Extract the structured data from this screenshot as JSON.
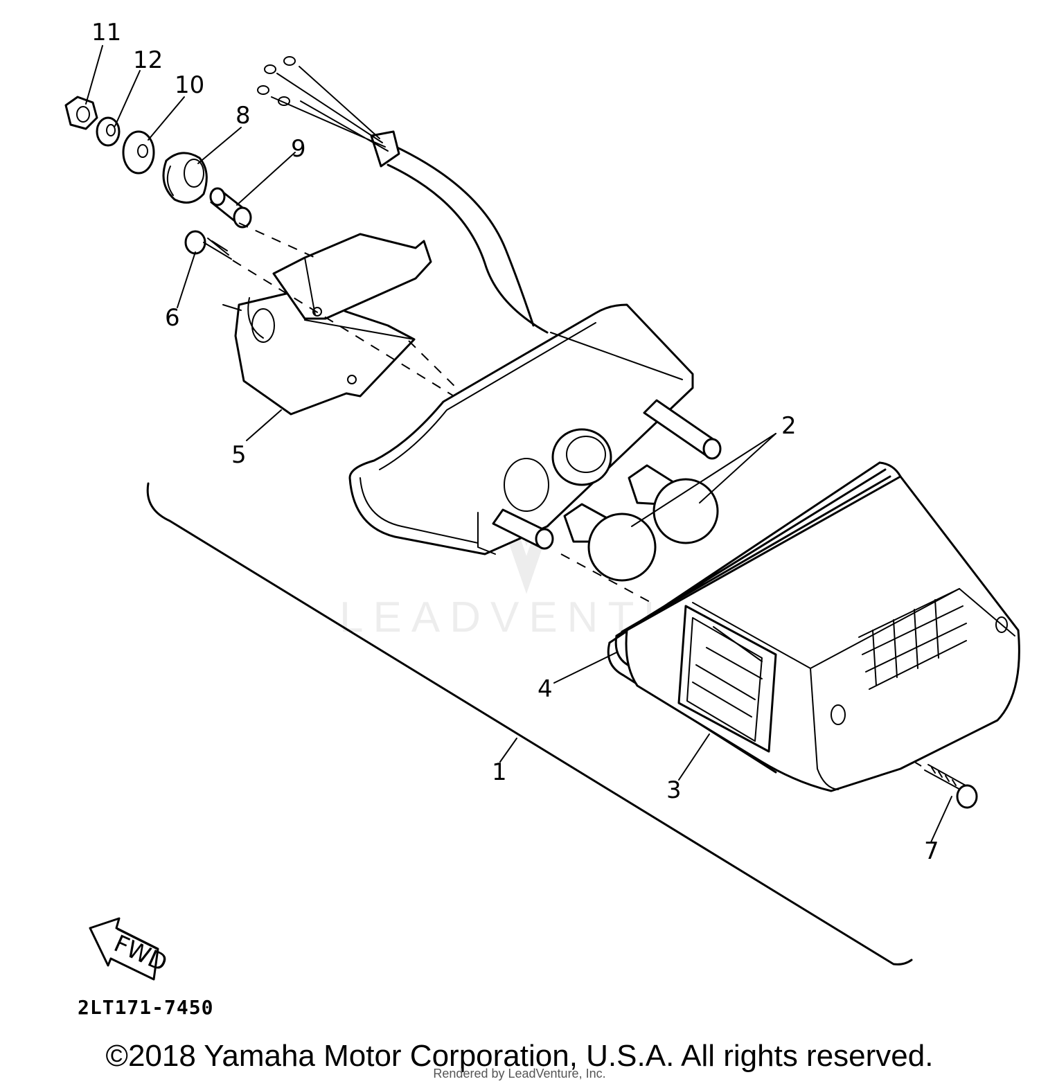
{
  "callouts": {
    "c1": "1",
    "c2": "2",
    "c3": "3",
    "c4": "4",
    "c5": "5",
    "c6": "6",
    "c7": "7",
    "c8": "8",
    "c9": "9",
    "c10": "10",
    "c11": "11",
    "c12": "12"
  },
  "fwd_arrow": {
    "label": "FWD"
  },
  "watermark": "LEADVENTURE",
  "diagram_code": "2LT171-7450",
  "copyright": "©2018 Yamaha Motor Corporation, U.S.A. All rights reserved.",
  "rendered_by": "Rendered by LeadVenture, Inc."
}
